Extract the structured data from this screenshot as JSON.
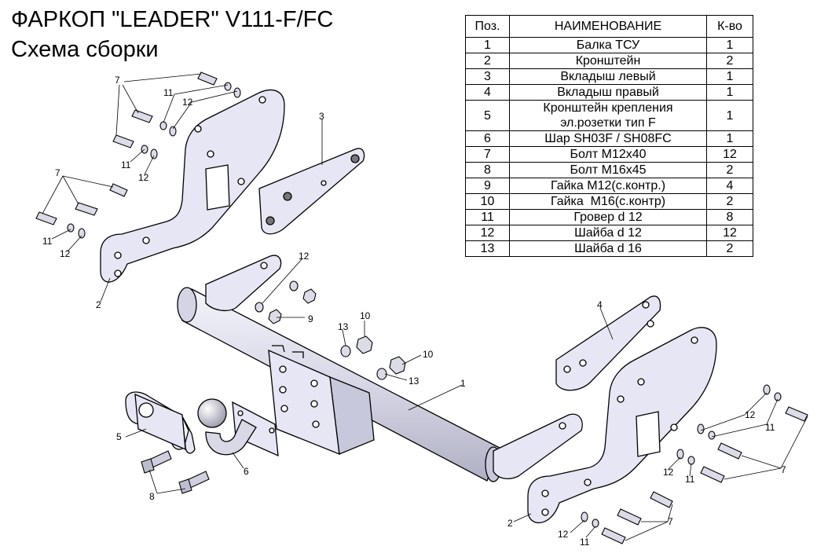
{
  "header": {
    "title": "ФАРКОП \"LEADER\" V111-F/FC",
    "subtitle": "Схема сборки"
  },
  "parts_table": {
    "columns": [
      "Поз.",
      "НАИМЕНОВАНИЕ",
      "К-во"
    ],
    "rows": [
      {
        "pos": "1",
        "name": "Балка ТСУ",
        "qty": "1"
      },
      {
        "pos": "2",
        "name": "Кронштейн",
        "qty": "2"
      },
      {
        "pos": "3",
        "name": "Вкладыш левый",
        "qty": "1"
      },
      {
        "pos": "4",
        "name": "Вкладыш правый",
        "qty": "1"
      },
      {
        "pos": "5",
        "name": "Кронштейн крепления\nэл.розетки тип F",
        "qty": "1"
      },
      {
        "pos": "6",
        "name": "Шар SH03F / SH08FC",
        "qty": "1"
      },
      {
        "pos": "7",
        "name": "Болт М12х40",
        "qty": "12"
      },
      {
        "pos": "8",
        "name": "Болт М16х45",
        "qty": "2"
      },
      {
        "pos": "9",
        "name": "Гайка М12(с.контр.)",
        "qty": "4"
      },
      {
        "pos": "10",
        "name": "Гайка  М16(с.контр)",
        "qty": "2"
      },
      {
        "pos": "11",
        "name": "Гровер d 12",
        "qty": "8"
      },
      {
        "pos": "12",
        "name": "Шайба d 12",
        "qty": "12"
      },
      {
        "pos": "13",
        "name": "Шайба d 16",
        "qty": "2"
      }
    ]
  },
  "callouts": {
    "n1": "1",
    "n2": "2",
    "n3": "3",
    "n4": "4",
    "n5": "5",
    "n6": "6",
    "n7": "7",
    "n8": "8",
    "n9": "9",
    "n10": "10",
    "n11": "11",
    "n12": "12",
    "n13": "13"
  },
  "colors": {
    "part_fill": "#e6e6f5",
    "part_stroke": "#000000",
    "hardware_fill": "#dcdce8"
  }
}
